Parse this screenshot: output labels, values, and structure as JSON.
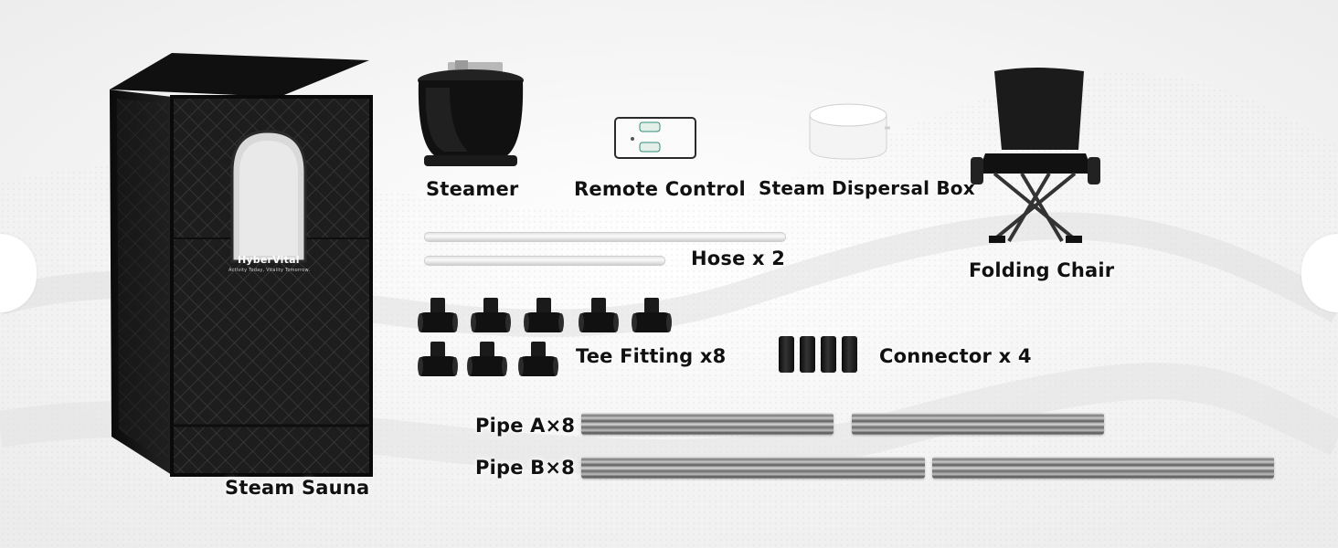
{
  "brand": {
    "name": "HyberVital",
    "tagline": "Activity Today, Vitality Tomorrow."
  },
  "items": {
    "steam_sauna": "Steam Sauna",
    "steamer": "Steamer",
    "remote_control": "Remote Control",
    "steam_dispersal_box": "Steam Dispersal Box",
    "folding_chair": "Folding Chair",
    "hose": "Hose x 2",
    "tee_fitting": "Tee Fitting x8",
    "connector": "Connector x 4",
    "pipe_a": "Pipe A×8",
    "pipe_b": "Pipe B×8"
  },
  "colors": {
    "tent": "#1a1a1a",
    "accent_text": "#111111",
    "remote_button": "#2f8f7a"
  },
  "icons": {
    "prev": "chevron-left-icon",
    "next": "chevron-right-icon"
  }
}
